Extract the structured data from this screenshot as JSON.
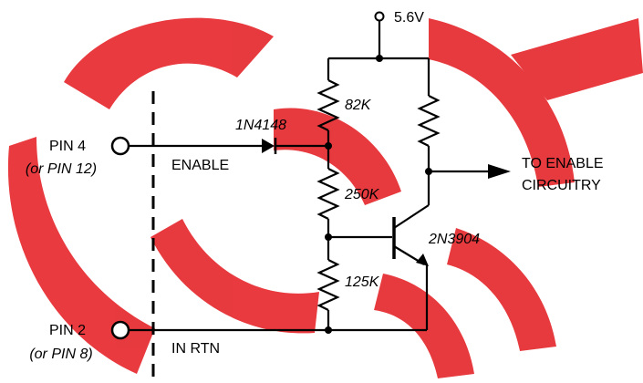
{
  "watermark": {
    "color": "#e5252a"
  },
  "labels": {
    "supply": "5.6V",
    "pin4": "PIN 4",
    "pin4_alt": "(or PIN 12)",
    "enable": "ENABLE",
    "pin2": "PIN 2",
    "pin2_alt": "(or PIN 8)",
    "in_rtn": "IN RTN",
    "diode": "1N4148",
    "r1": "82K",
    "r2": "250K",
    "r3": "125K",
    "transistor": "2N3904",
    "output_line1": "TO ENABLE",
    "output_line2": "CIRCUITRY"
  }
}
